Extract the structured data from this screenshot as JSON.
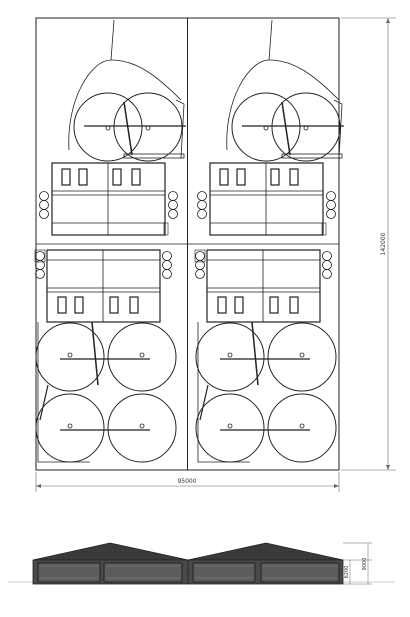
{
  "plan": {
    "dim_width": "95000",
    "dim_height": "142000"
  },
  "elevation": {
    "dim_total_height": "9000",
    "dim_wall_height": "6200"
  },
  "colors": {
    "line": "#222222",
    "roof": "#3a3a3a",
    "wall": "#6a6a6a",
    "dim": "#666666"
  }
}
